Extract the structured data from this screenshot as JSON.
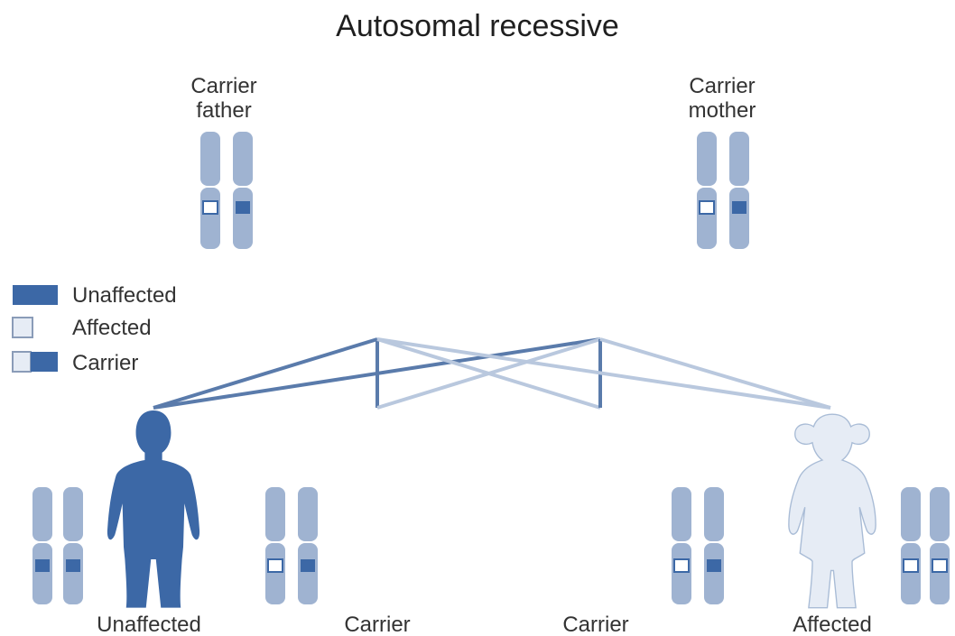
{
  "title": "Autosomal recessive",
  "colors": {
    "dark": "#3c68a6",
    "light": "#e6ecf5",
    "outline": "#a9bcd6",
    "chromosome": "#9fb3d1",
    "line_dark": "#5a7bab",
    "line_light": "#b9c8de"
  },
  "parents": {
    "father_label_1": "Carrier",
    "father_label_2": "father",
    "mother_label_1": "Carrier",
    "mother_label_2": "mother"
  },
  "legend": [
    {
      "label": "Unaffected",
      "swatch": "dark"
    },
    {
      "label": "Affected",
      "swatch": "light"
    },
    {
      "label": "Carrier",
      "swatch": "half"
    }
  ],
  "children": [
    {
      "label": "Unaffected",
      "genotype": [
        "dark",
        "dark"
      ]
    },
    {
      "label": "Carrier",
      "genotype": [
        "light",
        "dark"
      ]
    },
    {
      "label": "Carrier",
      "genotype": [
        "light",
        "dark"
      ]
    },
    {
      "label": "Affected",
      "genotype": [
        "light",
        "light"
      ]
    }
  ]
}
